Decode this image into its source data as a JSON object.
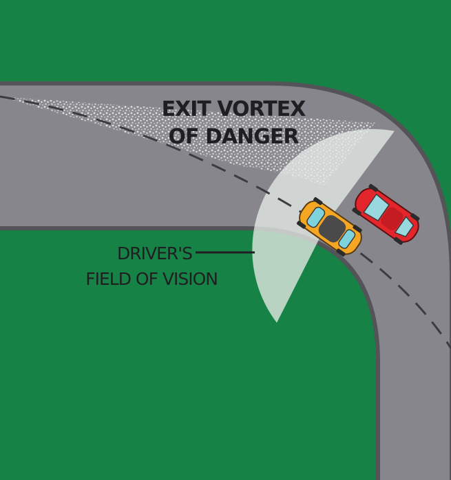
{
  "labels": {
    "exit_vortex_line1": "EXIT VORTEX",
    "exit_vortex_line2": "OF DANGER",
    "driver_line1": "DRIVER'S",
    "driver_line2": "FIELD OF VISION"
  },
  "colors": {
    "grass": "#178245",
    "road": "#86868c",
    "road_edge": "#535358",
    "lane_marking": "#3b3b40",
    "vision_cone": "#dfe3df",
    "danger_zone": "#cfcfd3",
    "text": "#1f1f22",
    "yellow_car": "#f5a623",
    "red_car": "#e3262c"
  },
  "icons": {
    "car_ahead": "yellow-car-icon",
    "car_behind": "red-car-icon"
  }
}
